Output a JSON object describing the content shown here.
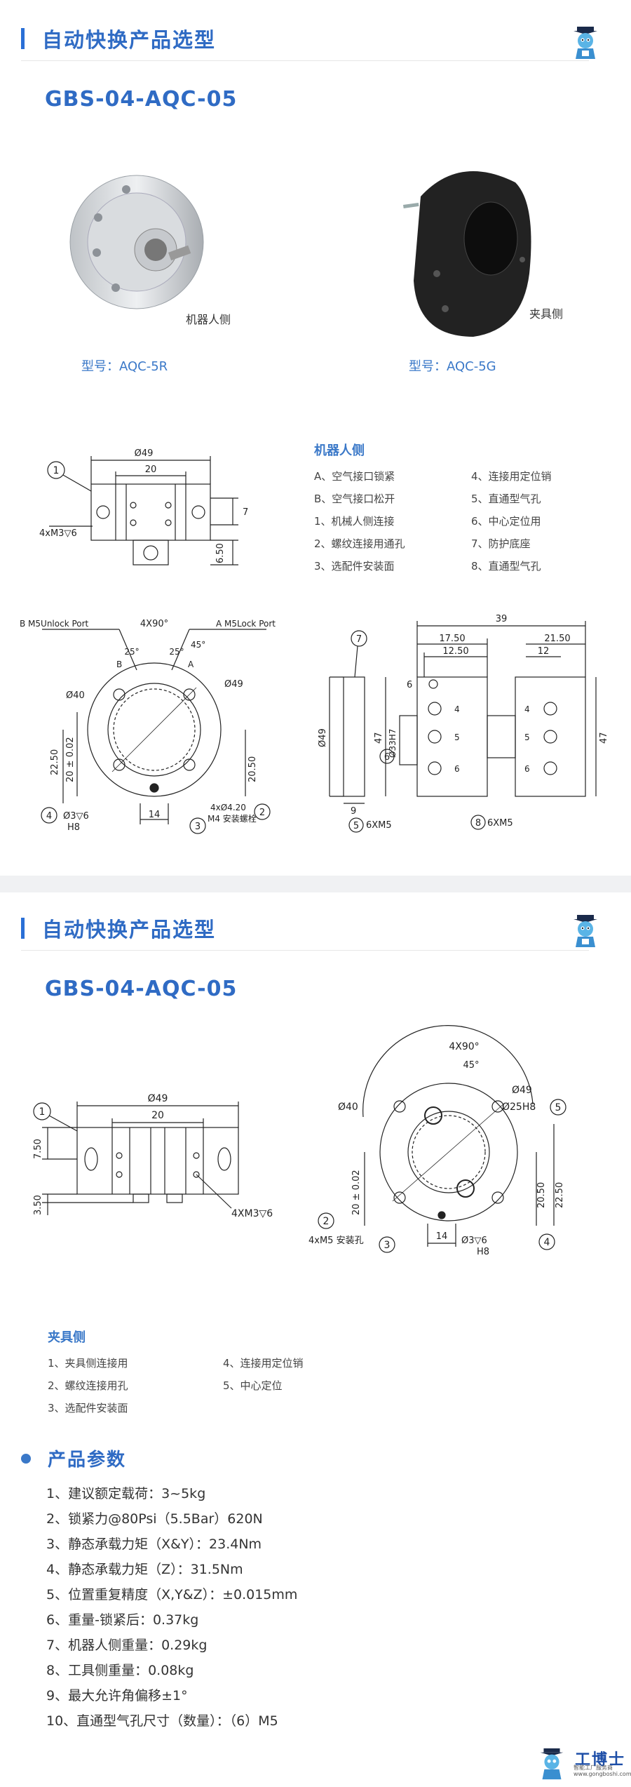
{
  "header": {
    "title": "自动快换产品选型"
  },
  "model": "GBS-04-AQC-05",
  "page1": {
    "robot_caption": "机器人侧",
    "tool_caption": "夹具侧",
    "robot_model": "型号：AQC-5R",
    "tool_model": "型号：AQC-5G",
    "legend_title": "机器人侧",
    "legend_left": [
      "A、空气接口锁紧",
      "B、空气接口松开",
      "1、机械人侧连接",
      "2、螺纹连接用通孔",
      "3、选配件安装面"
    ],
    "legend_right": [
      "4、连接用定位销",
      "5、直通型气孔",
      "6、中心定位用",
      "7、防护底座",
      "8、直通型气孔"
    ],
    "drawing_front": {
      "d49": "Ø49",
      "w20": "20",
      "dim7": "7",
      "dim650": "6.50",
      "hole": "4xM3▽6",
      "n1": "1"
    },
    "drawing_top": {
      "port_b": "B  M5Unlock  Port",
      "port_a": "A  M5Lock  Port",
      "ang": "4X90°",
      "a25a": "25°",
      "a25b": "25°",
      "a45": "45°",
      "d40": "Ø40",
      "d49": "Ø49",
      "v2250": "22.50",
      "v20": "20 ± 0.02",
      "v2050": "20.50",
      "pin": "Ø3▽6",
      "h8": "H8",
      "w14": "14",
      "m4": "4xØ4.20",
      "m4b": "M4 安装螺栓",
      "n2": "2",
      "n3": "3",
      "n4": "4",
      "lA": "A",
      "lB": "B"
    },
    "drawing_side": {
      "d39": "39",
      "d1750": "17.50",
      "d1250": "12.50",
      "d2150": "21.50",
      "d12": "12",
      "d6": "6",
      "d47a": "47",
      "d47b": "47",
      "d49": "Ø49",
      "d33": "Ø33H7",
      "d9": "9",
      "m5a": "6XM5",
      "m5b": "6XM5",
      "n5": "5",
      "n6": "6",
      "n7": "7",
      "n8": "8",
      "c4a": "4",
      "c5a": "5",
      "c6a": "6",
      "c4b": "4",
      "c5b": "5",
      "c6b": "6"
    }
  },
  "page2": {
    "drawing_front": {
      "d49": "Ø49",
      "w20": "20",
      "v750": "7.50",
      "v350": "3.50",
      "hole": "4XM3▽6",
      "n1": "1"
    },
    "drawing_top": {
      "ang": "4X90°",
      "a45": "45°",
      "d40": "Ø40",
      "d49": "Ø49",
      "d25": "Ø25H8",
      "v20": "20 ± 0.02",
      "v2050": "20.50",
      "v2250": "22.50",
      "m5": "4xM5 安装孔",
      "pin": "Ø3▽6",
      "h8": "H8",
      "w14": "14",
      "n2": "2",
      "n3": "3",
      "n4": "4",
      "n5": "5"
    },
    "legend_title": "夹具侧",
    "legend_left": [
      "1、夹具侧连接用",
      "2、螺纹连接用孔",
      "3、选配件安装面"
    ],
    "legend_right": [
      "4、连接用定位销",
      "5、中心定位"
    ],
    "params_title": "产品参数",
    "params": [
      "1、建议额定载荷：3~5kg",
      "2、锁紧力@80Psi（5.5Bar）620N",
      "3、静态承载力矩（X&Y）：23.4Nm",
      "4、静态承载力矩（Z）：31.5Nm",
      "5、位置重复精度（X,Y&Z）：±0.015mm",
      "6、重量-锁紧后：0.37kg",
      "7、机器人侧重量：0.29kg",
      "8、工具侧重量：0.08kg",
      "9、最大允许角偏移±1°",
      "10、直通型气孔尺寸（数量）：（6）M5"
    ]
  },
  "footer": {
    "brand": "工博士",
    "sub": "智能工厂服务商",
    "url": "www.gongboshi.com"
  },
  "colors": {
    "accent": "#2f6bc4",
    "caption": "#3a78c8",
    "divider": "#f0f1f3"
  }
}
